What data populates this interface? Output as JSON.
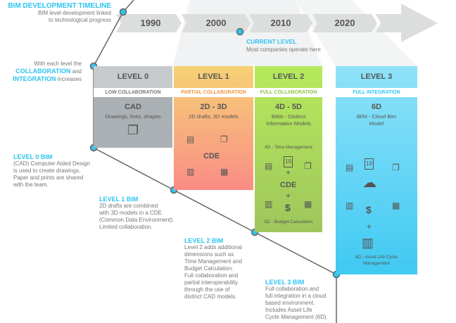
{
  "header": {
    "title": "BIM DEVELOPMENT TIMELINE",
    "subtitle_line1": "BIM level development linked",
    "subtitle_line2": "to technological progress"
  },
  "years": [
    "1990",
    "2000",
    "2010",
    "2020"
  ],
  "intro": {
    "line1": "With each level the",
    "highlight1": "COLLABORATION",
    "and": "and",
    "highlight2": "INTEGRATION",
    "increases": "increases"
  },
  "current": {
    "title": "CURRENT LEVEL",
    "text": "Most companies operate here"
  },
  "levels": [
    {
      "label": "LEVEL 0",
      "sub": "LOW COLLABORATION",
      "big": "CAD",
      "desc": "Drawings, lines, shapes"
    },
    {
      "label": "LEVEL 1",
      "sub": "PARTIAL COLLABORATION",
      "big": "2D - 3D",
      "desc": "2D drafts, 3D models",
      "cde": "CDE"
    },
    {
      "label": "LEVEL 2",
      "sub": "FULL COLLABORATION",
      "big": "4D - 5D",
      "desc1": "BIMs - Distinct",
      "desc2": "Information Models",
      "note_top": "4D - Time Management",
      "cde": "CDE",
      "note_bottom": "5D - Budget Calculation",
      "calendar": "19",
      "dollar": "$",
      "plus": "+"
    },
    {
      "label": "LEVEL 3",
      "sub": "FULL INTEGRATION",
      "big": "6D",
      "desc1": "iBIM - Cloud Bim",
      "desc2": "Model",
      "calendar": "19",
      "dollar": "$",
      "plus": "+",
      "note1": "6D - Asset Life Cycle",
      "note2": "Management"
    }
  ],
  "bim": [
    {
      "title": "LEVEL 0 BIM",
      "lines": [
        "(CAD) Computer Aided Design",
        "is used to create drawings.",
        "Paper and prints are shared",
        "with the team."
      ]
    },
    {
      "title": "LEVEL 1 BIM",
      "lines": [
        "2D drafts are combined",
        "with 3D models in a CDE",
        "(Common Data Environment).",
        "Limited collaboration."
      ]
    },
    {
      "title": "LEVEL 2 BIM",
      "lines": [
        "Level 2 adds additional",
        "dimensions such as",
        "Time Management and",
        "Budget Calculation.",
        "Full collaboration and",
        "partial interoperability",
        "through the use of",
        "distinct CAD models."
      ]
    },
    {
      "title": "LEVEL 3 BIM",
      "lines": [
        "Full collaboration and",
        "full integration in a cloud",
        "based environment.",
        "Includes Asset Life",
        "Cycle Management (6D)."
      ]
    }
  ],
  "colors": {
    "accent": "#2ec4f0",
    "level0": "#aab0b4",
    "level1": "#f6c86e",
    "level2": "#b4e25a",
    "level3": "#5fd0f2"
  }
}
